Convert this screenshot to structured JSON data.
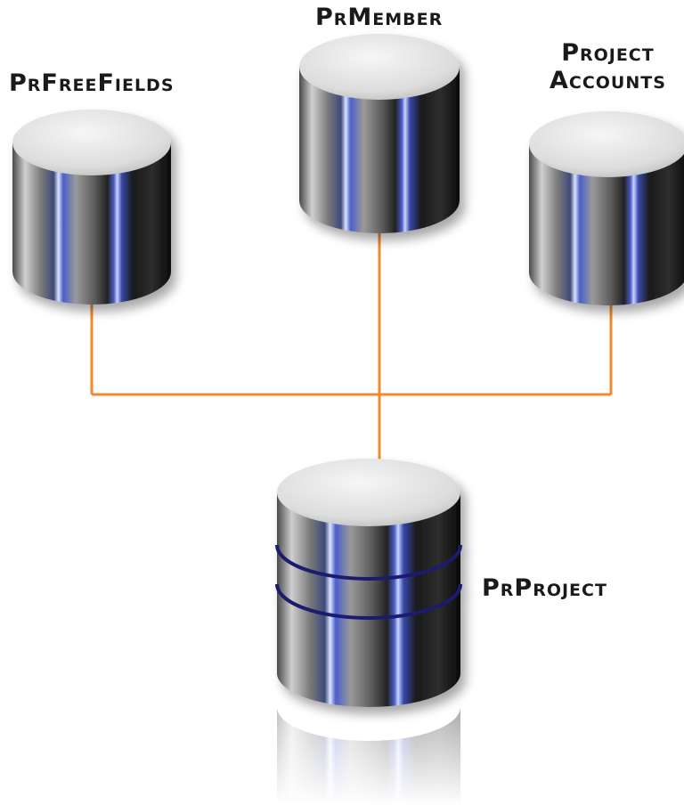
{
  "nodes": {
    "free_fields": {
      "label": "PrFreeFields"
    },
    "member": {
      "label": "PrMember"
    },
    "accounts": {
      "label_line1": "Project",
      "label_line2": "Accounts"
    },
    "project": {
      "label": "PrProject"
    }
  },
  "colors": {
    "connector": "#f08a2c",
    "cylinder_top": "#e8e8e8",
    "cylinder_dark": "#0c0c0c",
    "cylinder_highlight": "#8fa8ff",
    "ring": "#1a1a6e"
  }
}
